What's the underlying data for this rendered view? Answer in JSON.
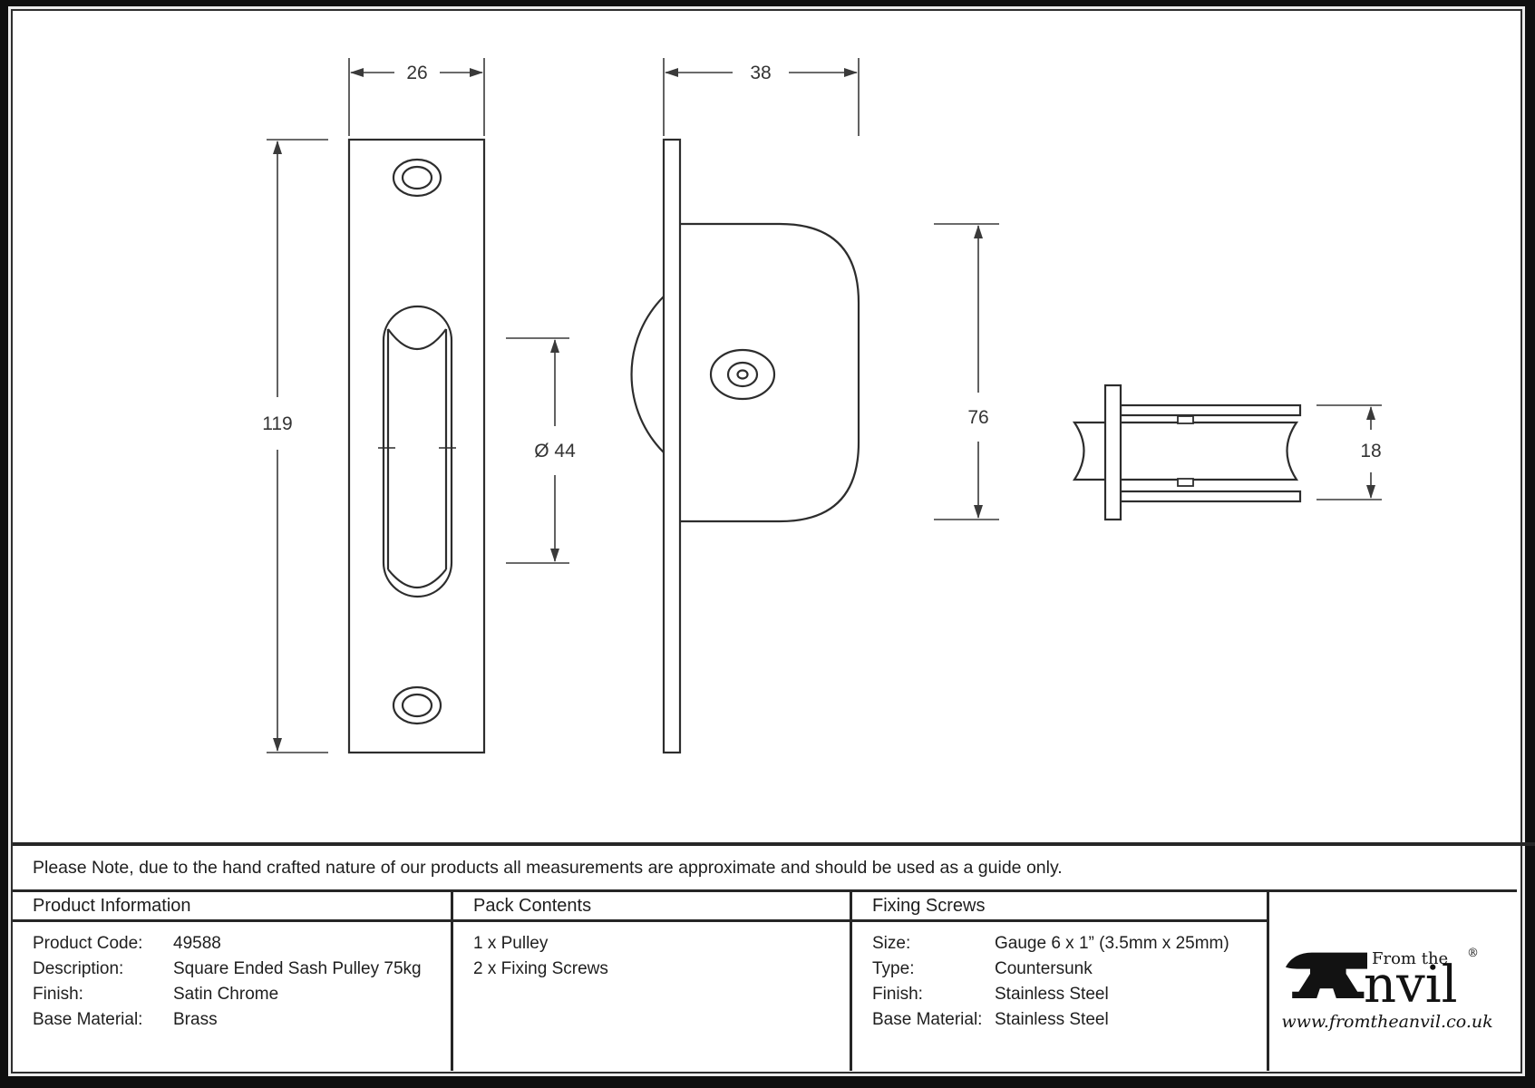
{
  "note": "Please Note, due to the hand crafted nature of our products all measurements are approximate and should be used as a guide only.",
  "drawing": {
    "dims": {
      "front_width": "26",
      "front_height": "119",
      "wheel_diameter": "Ø 44",
      "side_depth": "38",
      "body_height": "76",
      "wheel_width": "18"
    }
  },
  "table": {
    "product_information": {
      "title": "Product Information",
      "rows": [
        {
          "label": "Product Code:",
          "value": "49588"
        },
        {
          "label": "Description:",
          "value": "Square Ended Sash Pulley 75kg"
        },
        {
          "label": "Finish:",
          "value": "Satin Chrome"
        },
        {
          "label": "Base Material:",
          "value": "Brass"
        }
      ]
    },
    "pack_contents": {
      "title": "Pack Contents",
      "items": [
        "1 x Pulley",
        "2 x Fixing Screws"
      ]
    },
    "fixing_screws": {
      "title": "Fixing Screws",
      "rows": [
        {
          "label": "Size:",
          "value": "Gauge 6 x 1” (3.5mm x 25mm)"
        },
        {
          "label": "Type:",
          "value": "Countersunk"
        },
        {
          "label": "Finish:",
          "value": "Stainless Steel"
        },
        {
          "label": "Base Material:",
          "value": "Stainless Steel"
        }
      ]
    },
    "logo": {
      "from_the": "From the",
      "name_rest": "nvil",
      "registered": "®",
      "url": "www.fromtheanvil.co.uk"
    }
  }
}
